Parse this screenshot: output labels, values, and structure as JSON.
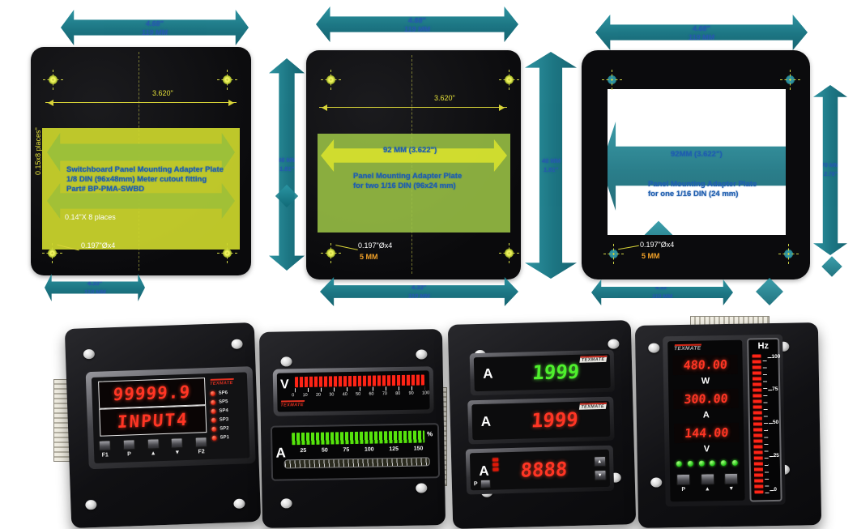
{
  "diagrams": {
    "left": {
      "top_arrow_in": "4.68\"",
      "top_arrow_mm": "119 MM",
      "width_dim": "3.620\"",
      "left_note": "0.15x8 places\"",
      "center_text": [
        "Switchboard Panel Mounting Adapter Plate",
        "1/8 DIN (96x48mm) Meter cutout fitting",
        "Part# BP-PMA-SWBD"
      ],
      "hole_note": "0.14\"X 8 places",
      "drill_note": "0.197\"Øx4",
      "bottom_arrow_in": "4.33\"",
      "bottom_arrow_mm": "110 MM",
      "side_arrow_mm": "46 MM",
      "side_arrow_in": "1.81\""
    },
    "middle": {
      "top_arrow_in": "4.68\"",
      "top_arrow_mm": "119 MM",
      "width_dim": "3.620\"",
      "cutout_dim": "92 MM  (3.622\")",
      "center_text": [
        "Panel Mounting Adapter Plate",
        "for two 1/16 DIN (96x24 mm)"
      ],
      "drill_note": "0.197\"Øx4",
      "drill_mm": "5 MM",
      "bottom_arrow_in": "4.33\"",
      "bottom_arrow_mm": "110 MM",
      "side_arrow_mm": "46 MM",
      "side_arrow_in": "1.81\""
    },
    "right": {
      "top_arrow_in": "4.68\"",
      "top_arrow_mm": "119 MM",
      "cutout_dim": "92MM  (3.622\")",
      "center_text": [
        "Panel Mounting Adapter Plate",
        "for one 1/16 DIN (24 mm)"
      ],
      "drill_note": "0.197\"Øx4",
      "drill_mm": "5 MM",
      "bottom_arrow_in": "4.33\"",
      "bottom_arrow_mm": "110 MM",
      "side_arrow_mm": "70 MM",
      "side_arrow_in": "2.76\""
    }
  },
  "meters": {
    "controller": {
      "brand": "TEXMATE",
      "display_top": "99999.9",
      "display_bottom": "INPUT4",
      "buttons": [
        "F1",
        "P",
        "▲",
        "▼",
        "F2"
      ],
      "setpoints": [
        "SP6",
        "SP5",
        "SP4",
        "SP3",
        "SP2",
        "SP1"
      ]
    },
    "dual_bargraph": {
      "volt": {
        "label": "V",
        "brand": "TEXMATE",
        "ticks": [
          "0",
          "10",
          "20",
          "30",
          "40",
          "50",
          "60",
          "70",
          "80",
          "90",
          "100"
        ]
      },
      "amp": {
        "label": "A",
        "unit": "%",
        "ticks": [
          "25",
          "50",
          "75",
          "100",
          "125",
          "150"
        ]
      }
    },
    "triple": {
      "unit1": {
        "label": "A",
        "value": "1999",
        "brand": "TEXMATE"
      },
      "unit2": {
        "label": "A",
        "value": "1999",
        "brand": "TEXMATE"
      },
      "unit3": {
        "label": "A",
        "value": "8888",
        "p_label": "P",
        "up": "▲",
        "down": "▼"
      }
    },
    "multi": {
      "brand": "TEXMATE",
      "row1": {
        "value": "480.00",
        "unit": "W"
      },
      "row2": {
        "value": "300.00",
        "unit": "A"
      },
      "row3": {
        "value": "144.00",
        "unit": "V"
      },
      "buttons": [
        "P",
        "▲",
        "▼"
      ],
      "bargraph": {
        "label": "Hz",
        "ticks": [
          "100",
          "75",
          "50",
          "25",
          "0"
        ]
      }
    }
  },
  "colors": {
    "teal": "#17808e",
    "dim_yellow": "#e6e23a",
    "highlight_green": "#c3d836",
    "blue_text": "#1e55a8",
    "led_red": "#ff2818",
    "led_green": "#4ae01e",
    "orange": "#f0a028"
  }
}
